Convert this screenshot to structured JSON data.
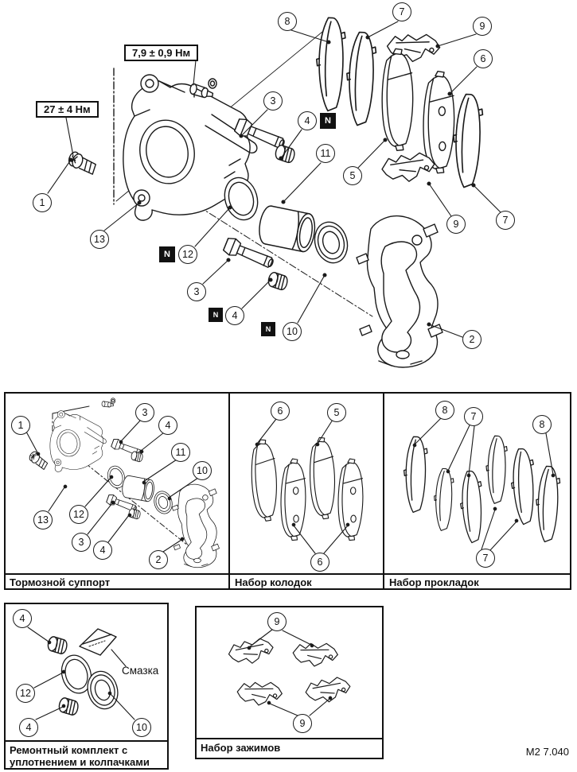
{
  "page": {
    "code": "M2 7.040"
  },
  "top_diagram": {
    "torque_labels": [
      {
        "text": "7,9 ± 0,9 Нм"
      },
      {
        "text": "27 ± 4 Нм"
      }
    ],
    "note_markers": [
      {
        "glyph": "N"
      },
      {
        "glyph": "N"
      },
      {
        "glyph": "N"
      },
      {
        "glyph": "N"
      }
    ],
    "callouts": [
      {
        "label": "8"
      },
      {
        "label": "7"
      },
      {
        "label": "9"
      },
      {
        "label": "6"
      },
      {
        "label": "3"
      },
      {
        "label": "4"
      },
      {
        "label": "11"
      },
      {
        "label": "5"
      },
      {
        "label": "1"
      },
      {
        "label": "13"
      },
      {
        "label": "12"
      },
      {
        "label": "3"
      },
      {
        "label": "4"
      },
      {
        "label": "10"
      },
      {
        "label": "9"
      },
      {
        "label": "7"
      },
      {
        "label": "2"
      }
    ]
  },
  "panels": {
    "caliper": {
      "caption": "Тормозной суппорт",
      "callouts": [
        {
          "label": "1"
        },
        {
          "label": "3"
        },
        {
          "label": "4"
        },
        {
          "label": "11"
        },
        {
          "label": "10"
        },
        {
          "label": "13"
        },
        {
          "label": "12"
        },
        {
          "label": "3"
        },
        {
          "label": "4"
        },
        {
          "label": "2"
        }
      ]
    },
    "pads": {
      "caption": "Набор колодок",
      "callouts": [
        {
          "label": "6"
        },
        {
          "label": "5"
        },
        {
          "label": "6"
        }
      ]
    },
    "shims": {
      "caption": "Набор прокладок",
      "callouts": [
        {
          "label": "8"
        },
        {
          "label": "7"
        },
        {
          "label": "8"
        },
        {
          "label": "7"
        }
      ]
    },
    "repair_kit": {
      "caption": "Ремонтный комплект с уплотнением и колпачками",
      "annotation": "Смазка",
      "callouts": [
        {
          "label": "4"
        },
        {
          "label": "12"
        },
        {
          "label": "4"
        },
        {
          "label": "10"
        }
      ]
    },
    "clips": {
      "caption": "Набор зажимов",
      "callouts": [
        {
          "label": "9"
        },
        {
          "label": "9"
        }
      ]
    }
  }
}
